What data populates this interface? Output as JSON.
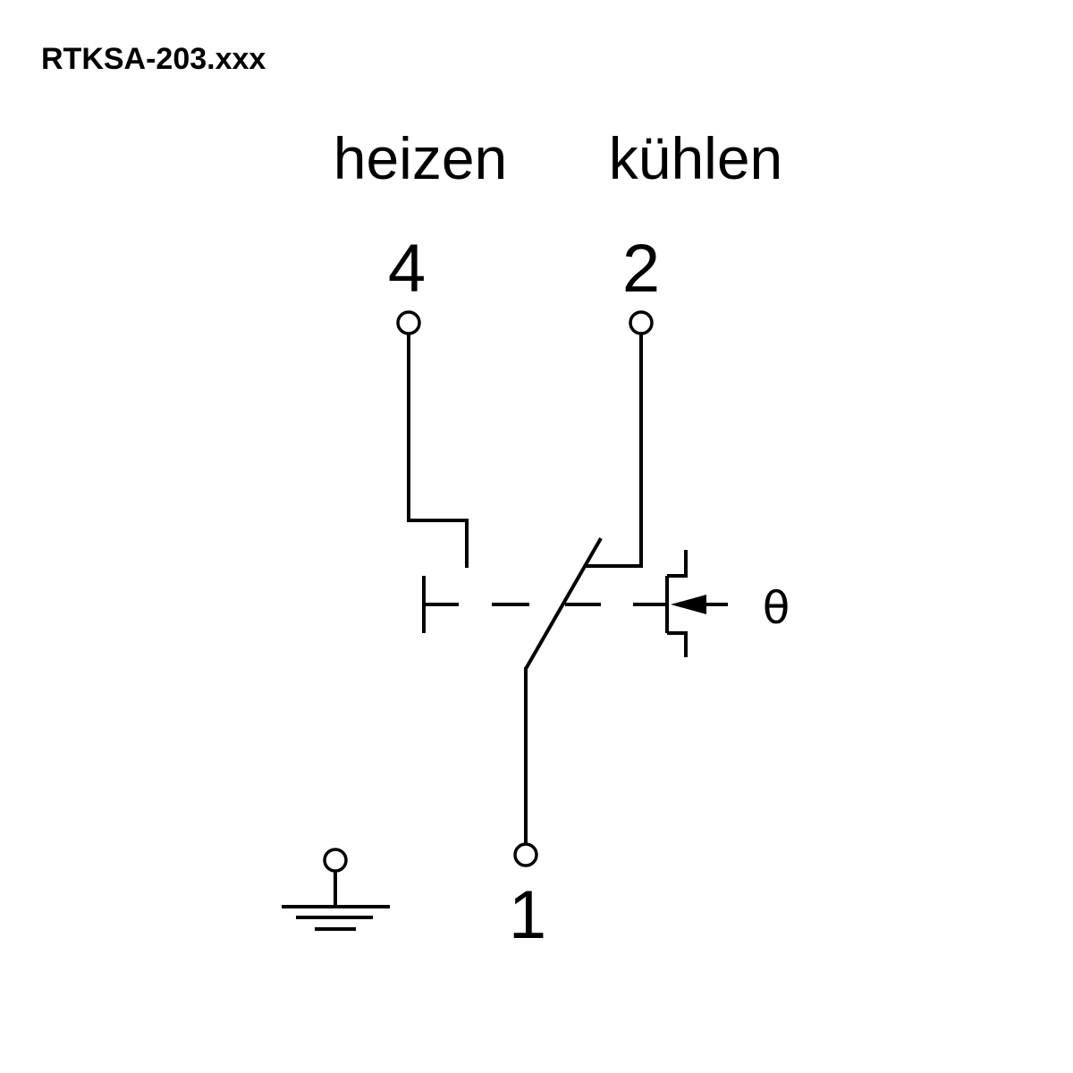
{
  "model": "RTKSA-203.xxx",
  "labels": {
    "heat": "heizen",
    "cool": "kühlen"
  },
  "terminals": {
    "t4": "4",
    "t2": "2",
    "t1": "1"
  },
  "sensor_symbol": "θ",
  "colors": {
    "line": "#000000",
    "background": "#ffffff"
  }
}
